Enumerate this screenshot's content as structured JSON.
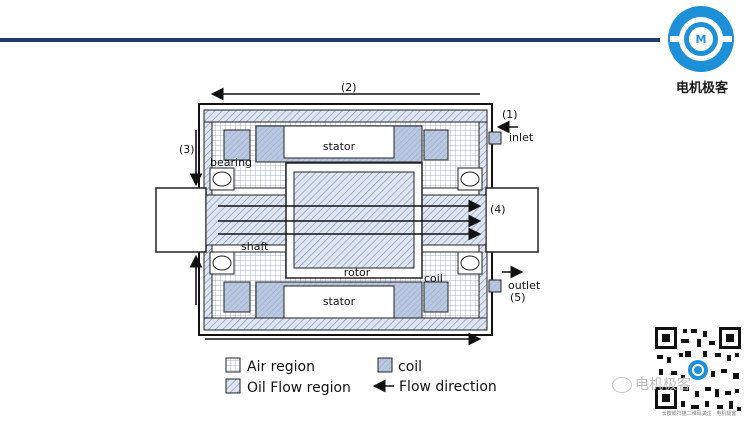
{
  "header": {
    "brand": "电机极客"
  },
  "diagram": {
    "labels": {
      "stator_top": "stator",
      "stator_bottom": "stator",
      "rotor": "rotor",
      "shaft": "shaft",
      "bearing": "bearing",
      "coil": "coil",
      "inlet": "inlet",
      "outlet": "outlet",
      "n1": "(1)",
      "n2": "(2)",
      "n3": "(3)",
      "n4": "(4)",
      "n5": "(5)"
    },
    "legend": {
      "air_region": "Air region",
      "oil_region": "Oil Flow region",
      "coil": "coil",
      "flow_direction": "Flow direction"
    }
  },
  "watermark": {
    "text": "电机极客",
    "caption": "长按或扫描二维码关注 · 电机极客"
  },
  "colors": {
    "accent_bar": "#1f3a66",
    "logo_blue": "#1e90d8",
    "hatch": "#9aa9c4",
    "outline": "#111111"
  }
}
